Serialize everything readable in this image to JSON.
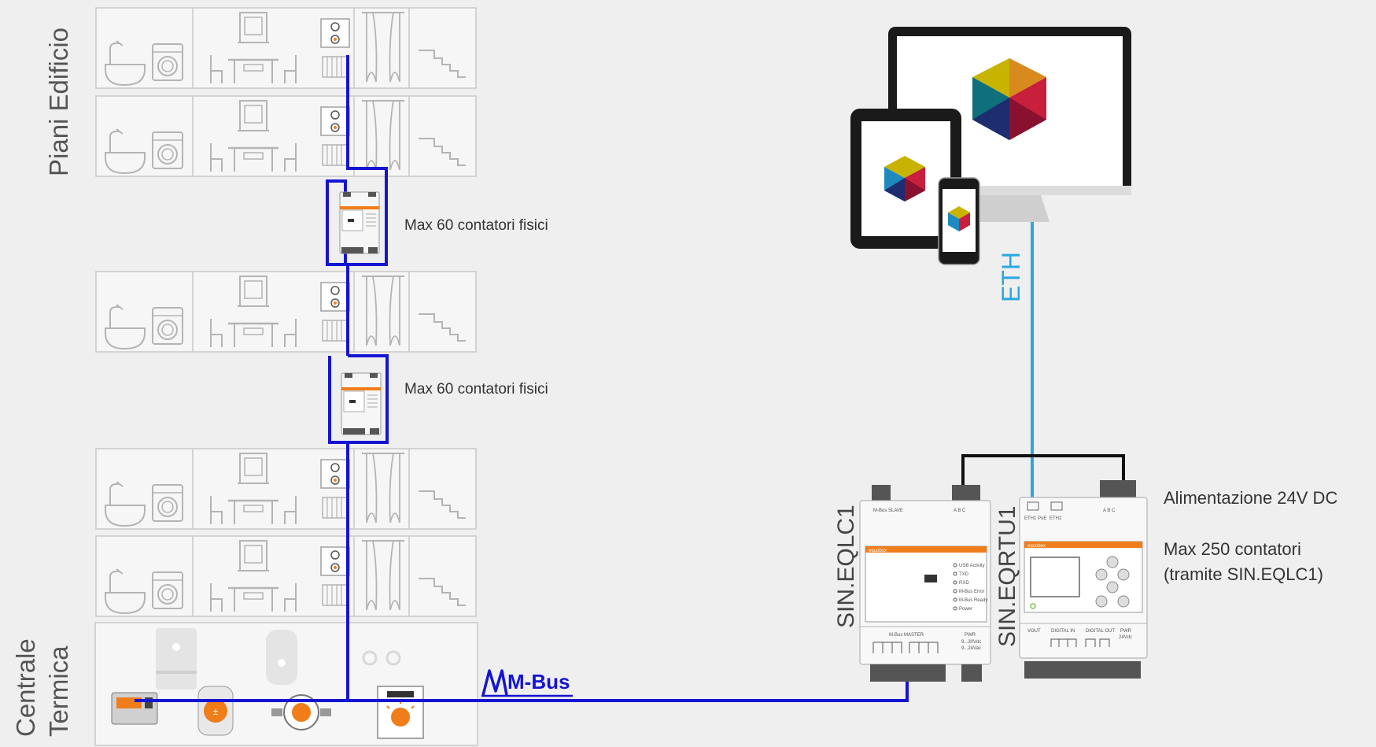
{
  "labels": {
    "piani": "Piani Edificio",
    "centrale_line1": "Centrale",
    "centrale_line2": "Termica",
    "max60_a": "Max 60 contatori fisici",
    "max60_b": "Max 60 contatori fisici",
    "mbus": "M-Bus",
    "eth": "ETH",
    "eqlc1": "SIN.EQLC1",
    "eqrtu1": "SIN.EQRTU1",
    "alimentazione": "Alimentazione 24V DC",
    "max250_line1": "Max 250 contatori",
    "max250_line2": "(tramite SIN.EQLC1)"
  },
  "device_eqlc1": {
    "brand": "equobox",
    "slave_label": "M-Bus SLAVE",
    "abc": "A   B   C",
    "master_label": "M-Bus MASTER",
    "pwr_label": "PWR",
    "pwr_spec1": "9...30Vdc",
    "pwr_spec2": "9...24Vac",
    "leds": [
      "USB Activity",
      "TXD",
      "RXD",
      "M-Bus Error",
      "M-Bus Ready",
      "Power"
    ]
  },
  "device_eqrtu1": {
    "brand": "equobox",
    "eth1": "ETH1 PoE",
    "eth2": "ETH2",
    "abc": "A   B   C",
    "vout": "VOUT",
    "digital_in": "DIGITAL IN",
    "digital_out": "DIGITAL OUT",
    "pwr": "PWR",
    "pwr_spec": "24Vdc"
  },
  "colors": {
    "mbus_line": "#1414d2",
    "eth_line": "#29a8e0",
    "power_line": "#111111",
    "background": "#efefef",
    "accent_orange": "#f07d1a"
  }
}
